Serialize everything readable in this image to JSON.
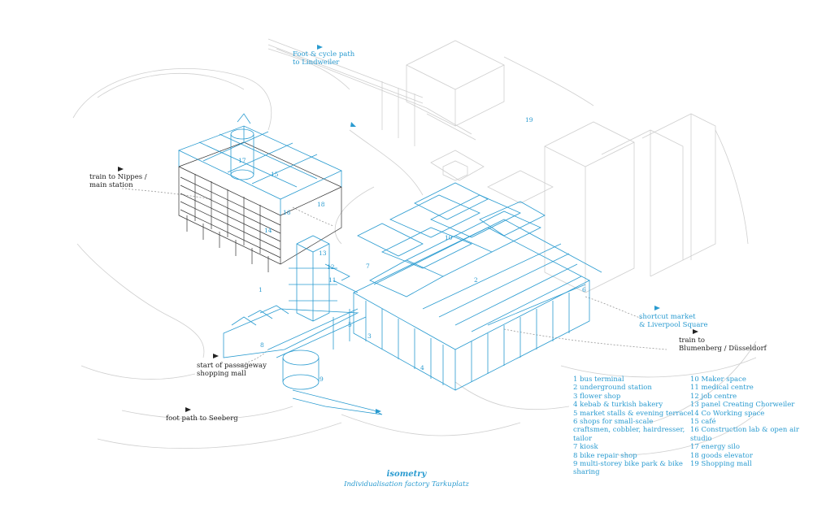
{
  "colors": {
    "accent": "#2a9bd0",
    "ink": "#222222",
    "context": "#c9c9c9"
  },
  "labels": {
    "foot_cycle": "Foot & cycle path\nto Lindweiler",
    "train_nippes": "train to Nippes /\nmain station",
    "shortcut": "shortcut market\n& Liverpool Square",
    "train_blumenberg": "train to\nBlumenberg / Düsseldorf",
    "passageway": "start of passageway\nshopping mall",
    "foot_seeberg": "foot path to Seeberg"
  },
  "numbers": [
    "1",
    "2",
    "3",
    "4",
    "5",
    "6",
    "7",
    "8",
    "9",
    "10",
    "11",
    "12",
    "13",
    "14",
    "15",
    "16",
    "17",
    "18",
    "19"
  ],
  "legend_left": [
    "1 bus terminal",
    "2 underground station",
    "3 flower shop",
    "4 kebab & turkish bakery",
    "5 market stalls & evening terrace",
    "6 shops for small-scale craftsmen, cobbler, hairdresser, tailor",
    "7 kiosk",
    "8 bike repair shop",
    "9 multi-storey bike park & bike sharing"
  ],
  "legend_right": [
    "10 Maker space",
    "11 medical centre",
    "12 job centre",
    "13 panel Creating Chorweiler",
    "14 Co Working space",
    "15 café",
    "16 Construction lab & open air studio",
    "17 energy silo",
    "18 goods elevator",
    "19 Shopping mall"
  ],
  "caption": {
    "title": "isometry",
    "subtitle": "Individualisation factory Tarkuplatz"
  }
}
